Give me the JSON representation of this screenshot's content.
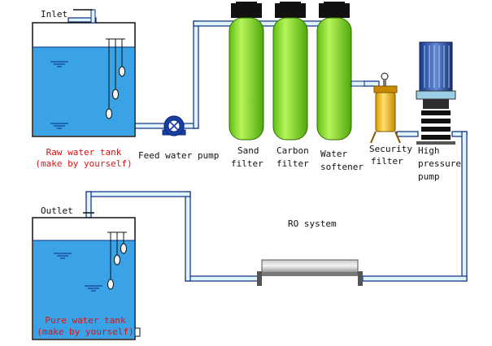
{
  "labels": {
    "inlet": "Inlet",
    "outlet": "Outlet",
    "raw_tank_line1": "Raw water tank",
    "raw_tank_line2": "(make by yourself)",
    "feed_pump": "Feed water pump",
    "sand_line1": "Sand",
    "sand_line2": "filter",
    "carbon_line1": "Carbon",
    "carbon_line2": "filter",
    "softener_line1": "Water",
    "softener_line2": "softener",
    "security_line1": "Security",
    "security_line2": "filter",
    "hp_line1": "High",
    "hp_line2": "pressure",
    "hp_line3": "pump",
    "ro_system": "RO system",
    "pure_tank_line1": "Pure water tank",
    "pure_tank_line2": "(make by yourself)"
  },
  "colors": {
    "water": "#3aa3e8",
    "pipe_fill": "#dff4ff",
    "pipe_edge": "#0a2b80",
    "filter_green": "#8dea2a",
    "filter_cap": "#111111",
    "security_yellow": "#f2c020",
    "pump_blue": "#1a3fa0",
    "label_red": "#e01010"
  }
}
